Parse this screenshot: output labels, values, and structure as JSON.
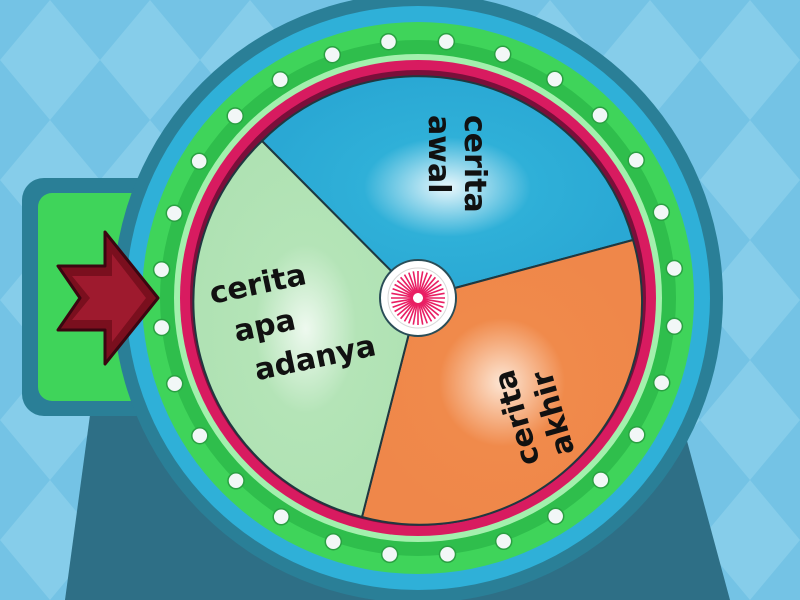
{
  "wheel": {
    "segments": [
      {
        "label_lines": [
          "cerita",
          "awal"
        ],
        "color": "#2fb0d8"
      },
      {
        "label_lines": [
          "cerita",
          "akhir"
        ],
        "color": "#f08a4b"
      },
      {
        "label_lines": [
          "cerita",
          "apa",
          "adanya"
        ],
        "color": "#b4e4b7"
      }
    ],
    "rim_color": "#3fd45a",
    "inner_ring_color": "#d81b60",
    "hub_color": "#e91e63"
  },
  "pointer": {
    "icon": "arrow-right-icon",
    "color": "#7a0f1e"
  },
  "background": {
    "color": "#74c3e5",
    "stand_color": "#2e6f86"
  }
}
